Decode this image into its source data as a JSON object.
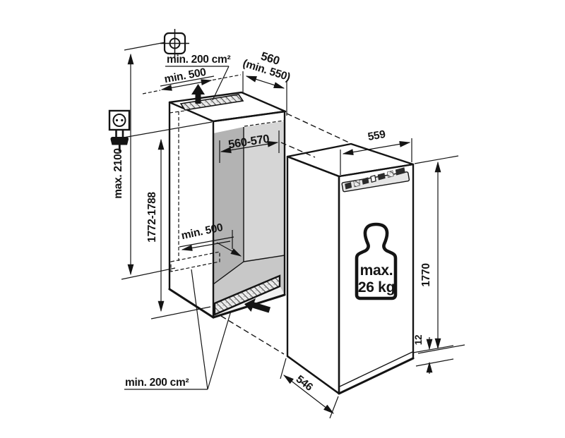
{
  "diagram": {
    "title": "Built-in appliance niche installation drawing",
    "dimensions": {
      "top_vent_area": "min. 200 cm²",
      "top_clearance": "min. 500",
      "niche_depth": "560",
      "niche_depth_min": "(min. 550)",
      "niche_inner_width": "560-570",
      "room_height_max": "max. 2100",
      "niche_height": "1772-1788",
      "floor_clearance": "min. 500",
      "appliance_width": "559",
      "appliance_height": "1770",
      "bottom_offset": "12",
      "appliance_depth": "546",
      "bottom_vent_area": "min. 200 cm²"
    },
    "weight_badge": {
      "line1": "max.",
      "line2": "26 kg"
    },
    "icons": {
      "fixing_point": "crosshair-screw-icon",
      "power_socket": "socket-outlet-icon",
      "power_plug": "plug-icon",
      "airflow_top": "bold-up-arrow-icon",
      "airflow_bottom": "bold-left-arrow-icon",
      "max_load": "weight-icon"
    },
    "colors": {
      "line": "#141414",
      "wall_left": "#b3b3b3",
      "wall_back": "#d6d6d6",
      "floor": "#c8c8c8",
      "vent_bg": "#ebebeb"
    }
  }
}
